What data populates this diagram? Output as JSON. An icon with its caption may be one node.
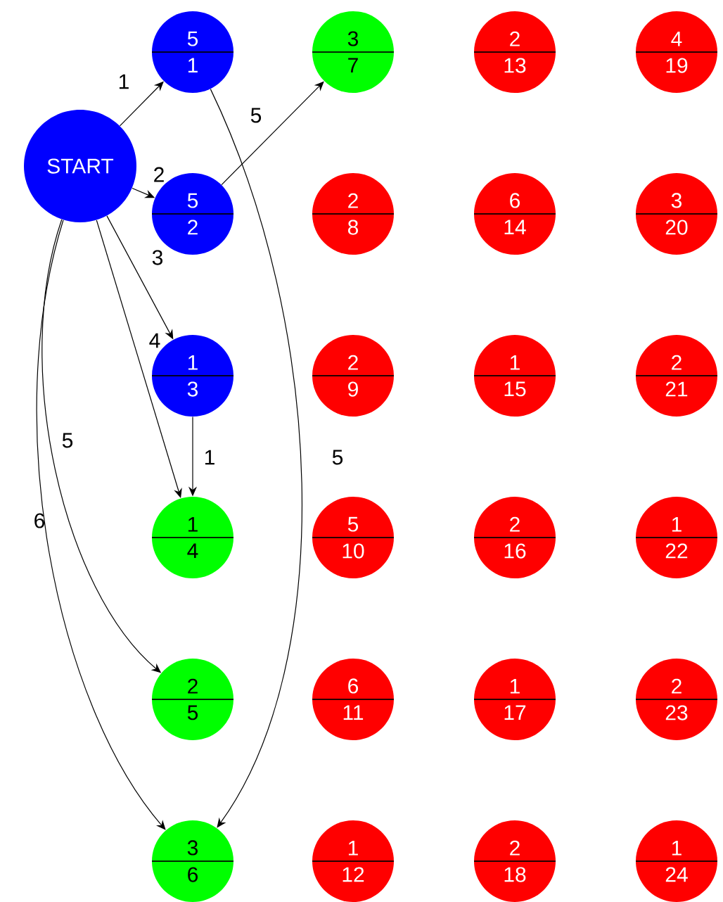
{
  "diagram": {
    "nodes": [
      {
        "text": [
          "START"
        ]
      },
      {
        "text": [
          "5",
          "1"
        ]
      },
      {
        "text": [
          "5",
          "2"
        ]
      },
      {
        "text": [
          "1",
          "3"
        ]
      },
      {
        "text": [
          "1",
          "4"
        ]
      },
      {
        "text": [
          "2",
          "5"
        ]
      },
      {
        "text": [
          "3",
          "6"
        ]
      },
      {
        "text": [
          "3",
          "7"
        ]
      },
      {
        "text": [
          "2",
          "8"
        ]
      },
      {
        "text": [
          "2",
          "9"
        ]
      },
      {
        "text": [
          "5",
          "10"
        ]
      },
      {
        "text": [
          "6",
          "11"
        ]
      },
      {
        "text": [
          "1",
          "12"
        ]
      },
      {
        "text": [
          "2",
          "13"
        ]
      },
      {
        "text": [
          "6",
          "14"
        ]
      },
      {
        "text": [
          "1",
          "15"
        ]
      },
      {
        "text": [
          "2",
          "16"
        ]
      },
      {
        "text": [
          "1",
          "17"
        ]
      },
      {
        "text": [
          "2",
          "18"
        ]
      },
      {
        "text": [
          "4",
          "19"
        ]
      },
      {
        "text": [
          "3",
          "20"
        ]
      },
      {
        "text": [
          "2",
          "21"
        ]
      },
      {
        "text": [
          "1",
          "22"
        ]
      },
      {
        "text": [
          "2",
          "23"
        ]
      },
      {
        "text": [
          "1",
          "24"
        ]
      }
    ],
    "edges": [
      {
        "from": 0,
        "to": 1,
        "arrow": "to",
        "label": "1"
      },
      {
        "from": 0,
        "to": 2,
        "arrow": "to",
        "label": "2"
      },
      {
        "from": 0,
        "to": 3,
        "arrow": "to",
        "label": "3"
      },
      {
        "from": 0,
        "to": 4,
        "arrow": "to",
        "label": "4"
      },
      {
        "from": 0,
        "to": 5,
        "arrow": "to",
        "label": "5"
      },
      {
        "from": 0,
        "to": 6,
        "arrow": "to",
        "label": "6"
      },
      {
        "from": 2,
        "to": 7,
        "arrow": "to",
        "label": "5"
      },
      {
        "from": 1,
        "to": 6,
        "arrow": "to",
        "label": "5"
      },
      {
        "from": 3,
        "to": 4,
        "arrow": "to",
        "label": "1"
      }
    ]
  }
}
